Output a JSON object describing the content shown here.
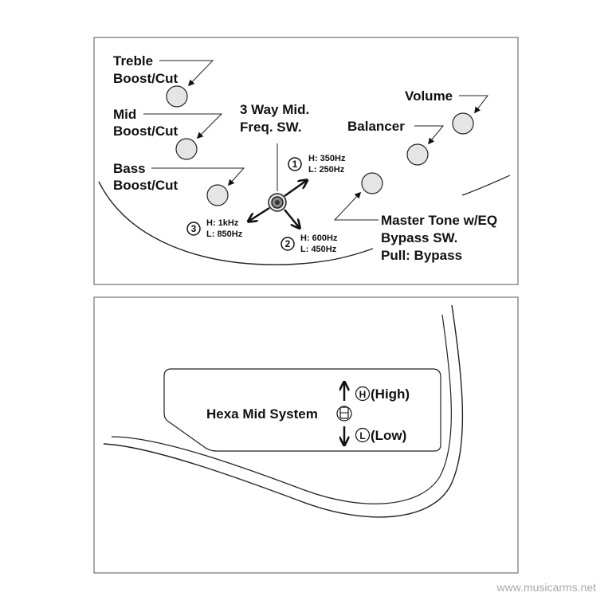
{
  "top_panel": {
    "treble": [
      "Treble",
      "Boost/Cut"
    ],
    "mid": [
      "Mid",
      "Boost/Cut"
    ],
    "bass": [
      "Bass",
      "Boost/Cut"
    ],
    "switch_title": [
      "3 Way Mid.",
      "Freq. SW."
    ],
    "volume": "Volume",
    "balancer": "Balancer",
    "master_tone": [
      "Master Tone w/EQ",
      "Bypass SW.",
      "Pull: Bypass"
    ],
    "positions": [
      {
        "number": "1",
        "high": "H: 350Hz",
        "low": "L: 250Hz"
      },
      {
        "number": "2",
        "high": "H: 600Hz",
        "low": "L: 450Hz"
      },
      {
        "number": "3",
        "high": "H: 1kHz",
        "low": "L: 850Hz"
      }
    ]
  },
  "bottom_panel": {
    "system_label": "Hexa Mid System",
    "high_symbol": "H",
    "high_label": "(High)",
    "low_symbol": "L",
    "low_label": "(Low)"
  },
  "watermark": "www.musicarms.net"
}
